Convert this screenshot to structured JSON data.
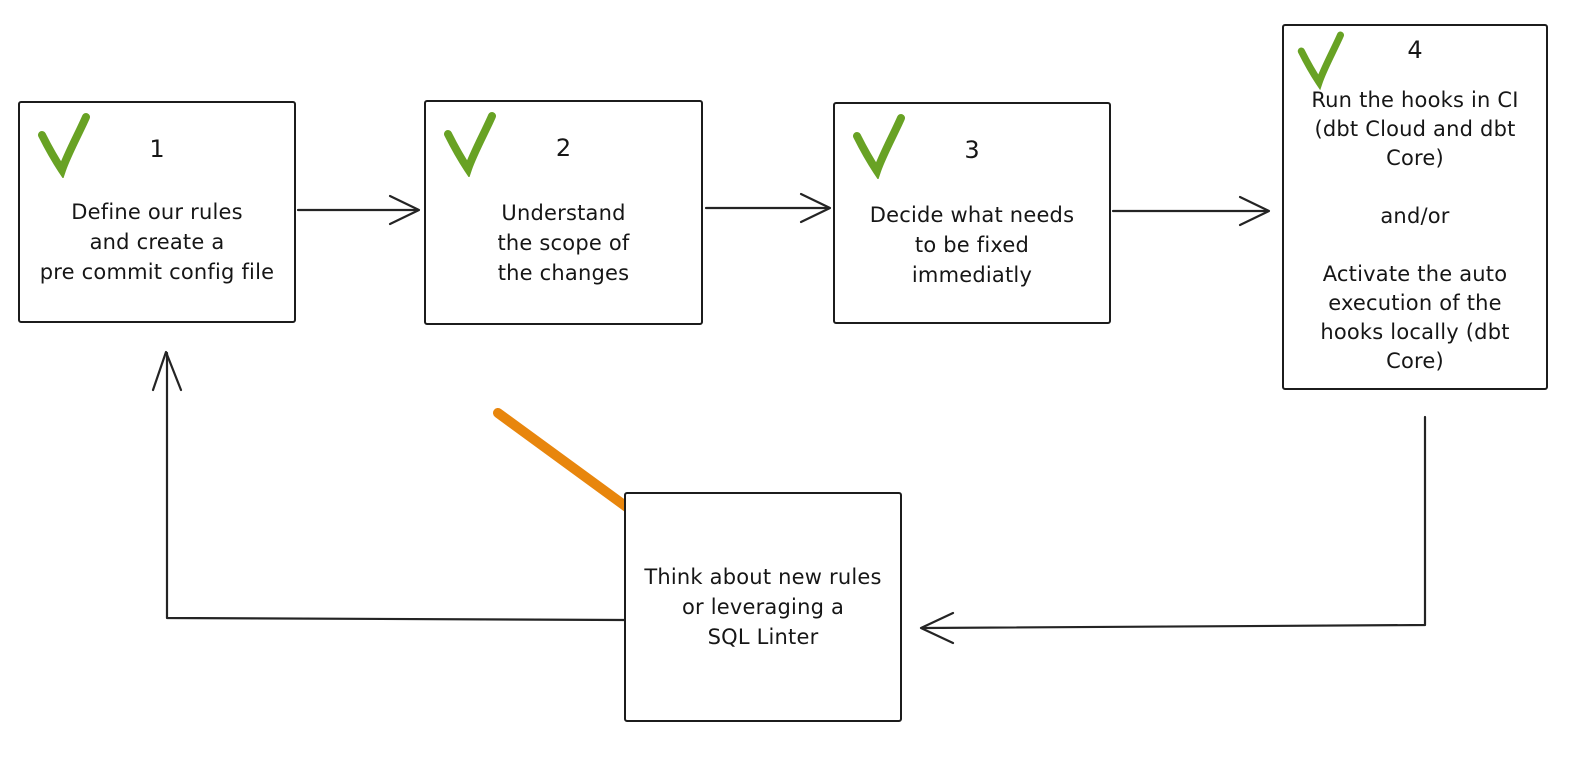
{
  "diagram": {
    "type": "flowchart",
    "style": "hand-drawn whiteboard sketch",
    "colors": {
      "background": "#ffffff",
      "stroke": "#1c1c1c",
      "check_green": "#68a224",
      "highlight_orange": "#e8860d"
    },
    "icons": {
      "checkmark": "green hand-drawn check mark",
      "highlight_arrow": "thick orange diagonal arrow pointing into loop-back node"
    },
    "nodes": [
      {
        "id": "step-1",
        "number": "1",
        "checked": true,
        "text": "Define our rules\nand create a\npre commit config file"
      },
      {
        "id": "step-2",
        "number": "2",
        "checked": true,
        "text": "Understand\nthe scope of\nthe changes"
      },
      {
        "id": "step-3",
        "number": "3",
        "checked": true,
        "text": "Decide what needs\nto be fixed\nimmediatly"
      },
      {
        "id": "step-4",
        "number": "4",
        "checked": true,
        "text": "Run the hooks in CI\n(dbt Cloud and dbt\nCore)\n\nand/or\n\nActivate the auto\nexecution of the\nhooks locally (dbt\nCore)"
      },
      {
        "id": "loop-node",
        "number": "",
        "checked": false,
        "text": "Think about new rules\nor leveraging a\nSQL Linter"
      }
    ],
    "connections": [
      {
        "from": "step-1",
        "to": "step-2",
        "style": "open-arrow"
      },
      {
        "from": "step-2",
        "to": "step-3",
        "style": "open-arrow"
      },
      {
        "from": "step-3",
        "to": "step-4",
        "style": "open-arrow"
      },
      {
        "from": "step-4",
        "to": "loop-node",
        "style": "open-arrow, elbow down-then-left"
      },
      {
        "from": "loop-node",
        "to": "step-1",
        "style": "open-arrow, elbow left-then-up"
      },
      {
        "from": "annotation",
        "to": "loop-node",
        "style": "thick orange highlight arrow"
      }
    ]
  }
}
